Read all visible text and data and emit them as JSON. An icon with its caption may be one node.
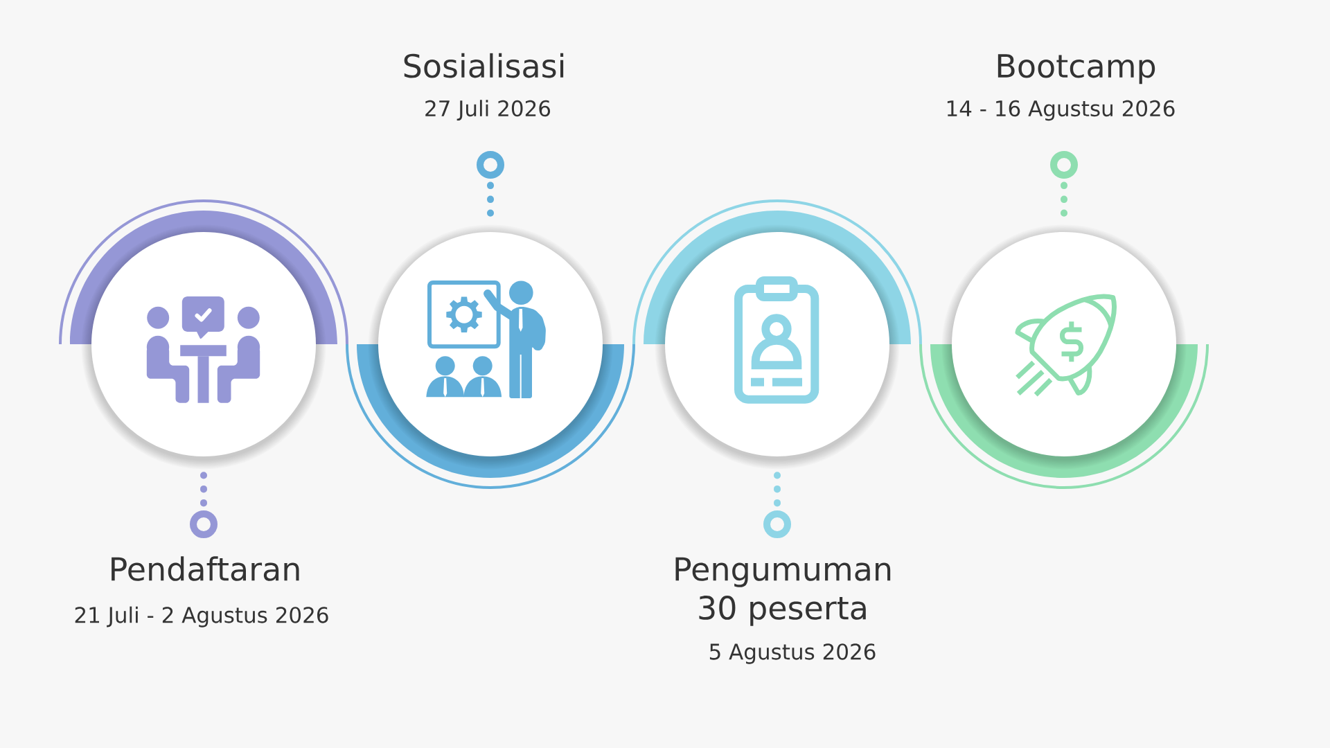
{
  "diagram": {
    "nodes": [
      {
        "text": [],
        "shape": "circle"
      },
      {
        "text": [
          "Pendaftaran",
          "21 Juli - 2 Agustus 2026"
        ]
      },
      {
        "text": [],
        "shape": "circle"
      },
      {
        "text": [
          "Sosialisasi",
          "27 Juli 2026"
        ]
      },
      {
        "text": [],
        "shape": "circle"
      },
      {
        "text": [
          "Pengumuman 30 peserta",
          "5 Agustus 2026"
        ]
      },
      {
        "text": [],
        "shape": "circle"
      },
      {
        "text": [
          "Bootcamp",
          "14 - 16 Agustsu 2026"
        ]
      }
    ],
    "edges": [
      {
        "from": 0,
        "to": 1,
        "arrow": "other",
        "style": "dashed",
        "color": "#9597d6"
      },
      {
        "from": 2,
        "to": 3,
        "arrow": "other",
        "style": "dashed",
        "color": "#62afda"
      },
      {
        "from": 4,
        "to": 5,
        "arrow": "other",
        "style": "dashed",
        "color": "#8ed5e6"
      },
      {
        "from": 6,
        "to": 7,
        "arrow": "other",
        "style": "dashed",
        "color": "#8edeb0"
      }
    ]
  }
}
